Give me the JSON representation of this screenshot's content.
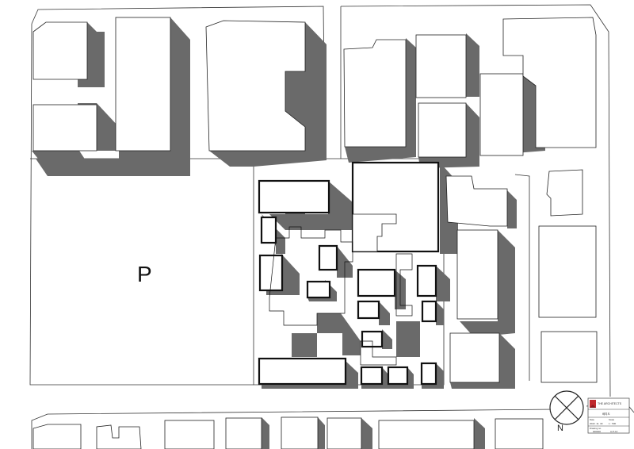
{
  "site_plan": {
    "parking_label": "P",
    "north_label": "N"
  },
  "title_block": {
    "company": "THE ARCHITECTS",
    "drawing_title": "배치도",
    "date_label": "Date",
    "date_value": "2022. 11. 30",
    "scale_label": "Scale",
    "scale_value": "1 : 500",
    "drawing_no_label": "Drawing no.",
    "drawing_no_value": "000000",
    "sheet_value": "A-P-12",
    "logo_color": "#c0282d"
  }
}
